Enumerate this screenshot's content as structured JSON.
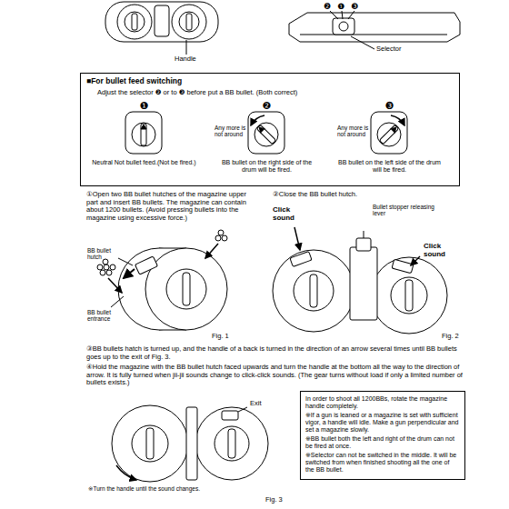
{
  "diagram": {
    "nodes": [
      {
        "text": [
          "■For bullet feed switching",
          "Adjust the selector ❷ or to ❸ before put a BB bullet. (Both correct)"
        ]
      },
      {
        "text": [
          "❶",
          "Neutral Not bullet feed.(Not be fired.)"
        ],
        "in": 0
      },
      {
        "text": [
          "❷",
          "Any more is not around",
          "BB bullet on the right side of the drum will be fired."
        ],
        "in": 0
      },
      {
        "text": [
          "❸",
          "Any more is not around",
          "BB bullet on the left side of the drum will be fired."
        ],
        "in": 0
      },
      {
        "text": [
          "In order to shoot all 1200BBs, rotate the magazine handle completely.",
          "※If a gun is leaned or a magazine is set with sufficient vigor, a handle will idle. Make a gun perpendicular and set a magazine slowly.",
          "※BB bullet both the left and right of the drum can not be fired at once.",
          "※Selector can not be switched in the middle. It will be switched from when finished shooting all the one of the BB bullet."
        ]
      }
    ],
    "labels": [
      "Handle",
      "❷",
      "❶",
      "❸",
      "Selector",
      "①Open two BB bullet hutches of the magazine upper part and insert BB bullets. The magazine can contain about 1200 bullets. (Avoid pressing bullets into the magazine using excessive force.)",
      "②Close the BB bullet hutch.",
      "BB bullet hutch",
      "BB bullet entrance",
      "Fig. 1",
      "Click sound",
      "Bullet stopper releasing lever",
      "Click sound",
      "Fig. 2",
      "③BB bullets hatch is turned up, and the handle of a back is turned in the direction of an arrow several times until BB bullets goes up to the exit of Fig. 3.",
      "④Hold the magazine with the BB bullet hutch faced upwards and turn the handle at the bottom all the way to the direction of arrow. It is fully turned when jii-jii sounds change to click-click sounds. (The gear turns without load if only a limited number of bullets exists.)",
      "Exit",
      "※Turn the handle until the sound changes.",
      "Fig. 3"
    ]
  }
}
